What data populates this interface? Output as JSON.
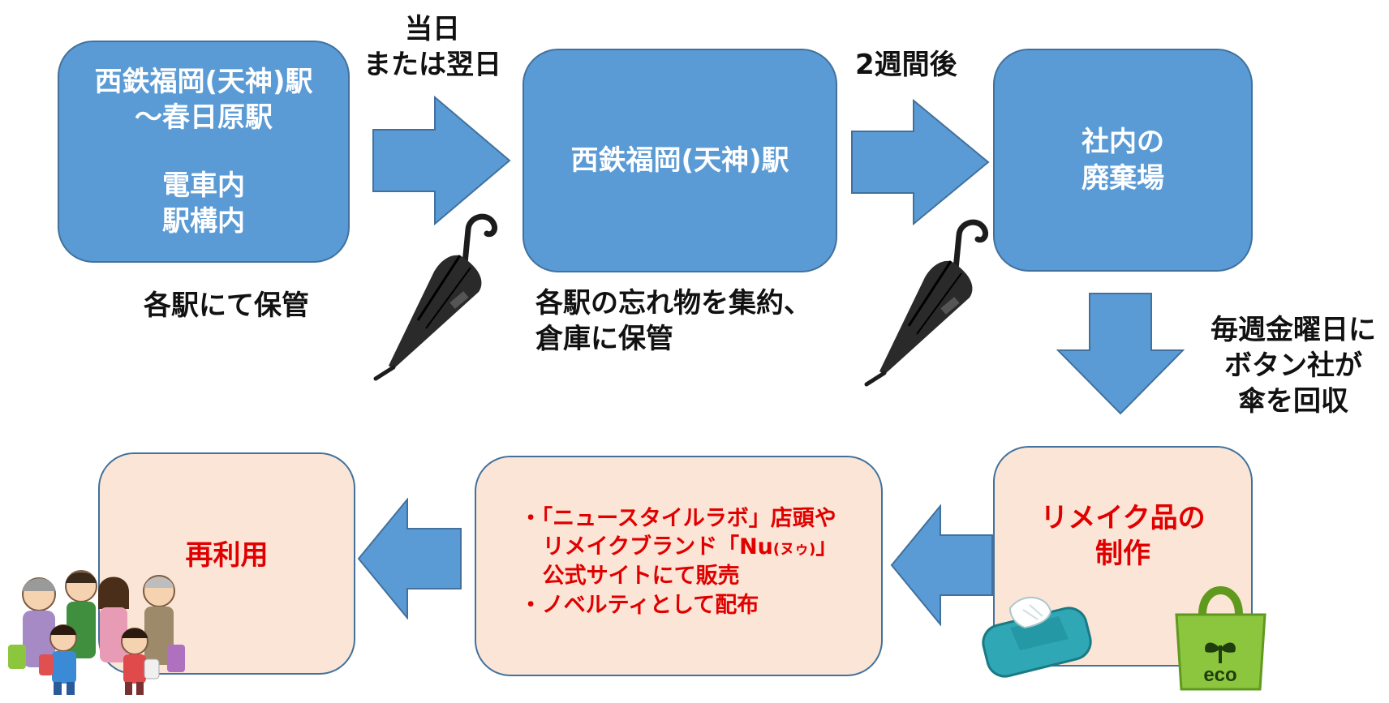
{
  "steps": {
    "step1": {
      "line1": "西鉄福岡(天神)駅",
      "line2": "～春日原駅",
      "line3": "電車内",
      "line4": "駅構内"
    },
    "step2": {
      "text": "西鉄福岡(天神)駅"
    },
    "step3": {
      "line1": "社内の",
      "line2": "廃棄場"
    },
    "step4": {
      "line1": "リメイク品の",
      "line2": "制作"
    },
    "step5": {
      "bullet1_line1": "・「ニュースタイルラボ」店頭や",
      "bullet1_line2a": "リメイクブランド「Nu",
      "bullet1_line2b": "(ヌゥ)",
      "bullet1_line2c": "」",
      "bullet1_line3": "公式サイトにて販売",
      "bullet2": "・ノベルティとして配布"
    },
    "step6": {
      "text": "再利用"
    }
  },
  "labels": {
    "under_step1": "各駅にて保管",
    "arrow1_line1": "当日",
    "arrow1_line2": "または翌日",
    "under_step2_line1": "各駅の忘れ物を集約、",
    "under_step2_line2": "倉庫に保管",
    "arrow2": "2週間後",
    "arrow3_line1": "毎週金曜日に",
    "arrow3_line2": "ボタン社が",
    "arrow3_line3": "傘を回収"
  },
  "illustrations": {
    "bag_text": "eco"
  },
  "colors": {
    "box_blue": "#5b9bd5",
    "box_peach": "#fbe5d6",
    "border": "#41719c",
    "arrow": "#5b9bd5",
    "red_text": "#e00000"
  }
}
